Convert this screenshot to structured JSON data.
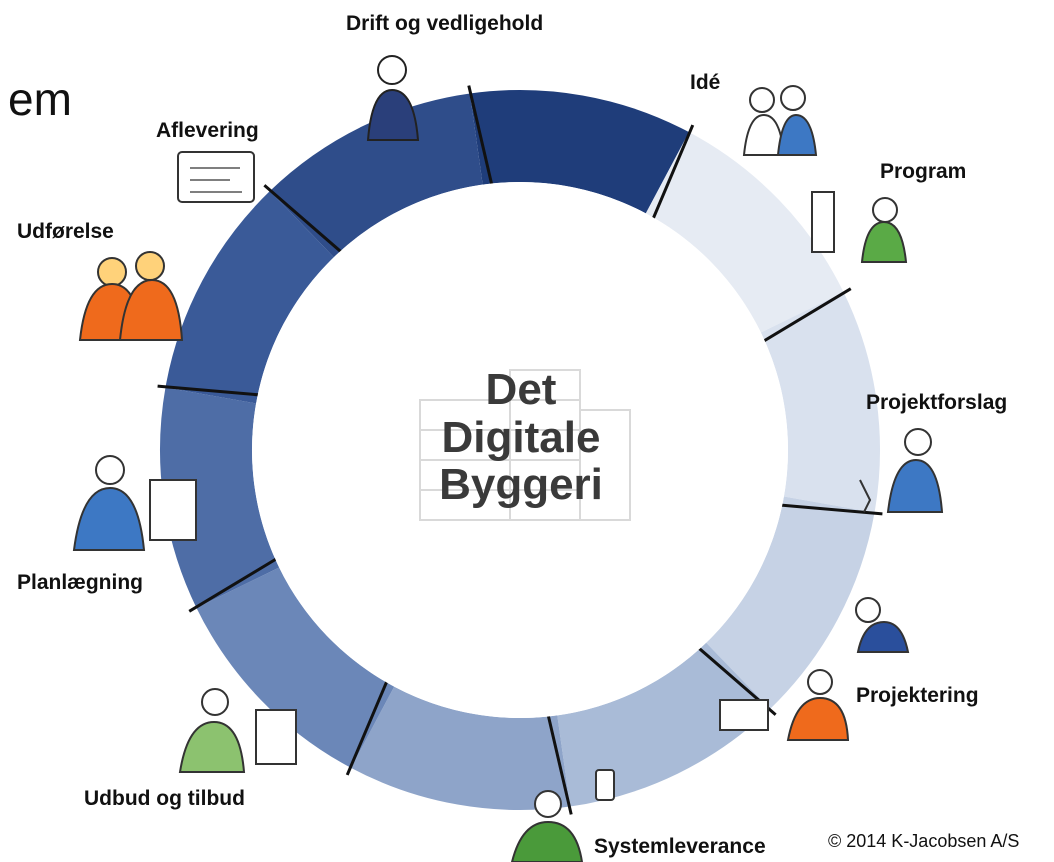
{
  "partial_text": "em",
  "center_title": [
    "Det",
    "Digitale",
    "Byggeri"
  ],
  "phases": [
    {
      "id": "drift",
      "label": "Drift og vedligehold",
      "color": "#1f3d7a"
    },
    {
      "id": "ide",
      "label": "Idé",
      "color": "#e6ebf3"
    },
    {
      "id": "program",
      "label": "Program",
      "color": "#d9e1ee"
    },
    {
      "id": "projektforslag",
      "label": "Projektforslag",
      "color": "#c6d2e5"
    },
    {
      "id": "projektering",
      "label": "Projektering",
      "color": "#a9bbd7"
    },
    {
      "id": "systemleverance",
      "label": "Systemleverance",
      "color": "#8ea4c9"
    },
    {
      "id": "udbud",
      "label": "Udbud og tilbud",
      "color": "#6b87b8"
    },
    {
      "id": "planlaegning",
      "label": "Planlægning",
      "color": "#4e6da6"
    },
    {
      "id": "udfoerelse",
      "label": "Udførelse",
      "color": "#3a5a98"
    },
    {
      "id": "aflevering",
      "label": "Aflevering",
      "color": "#2f4d8a"
    }
  ],
  "copyright": "© 2014 K-Jacobsen A/S",
  "colors": {
    "worker_orange": "#ef6a1c",
    "person_green": "#5aaa46",
    "person_blue": "#3d78c4",
    "ring_border": "#111111"
  }
}
